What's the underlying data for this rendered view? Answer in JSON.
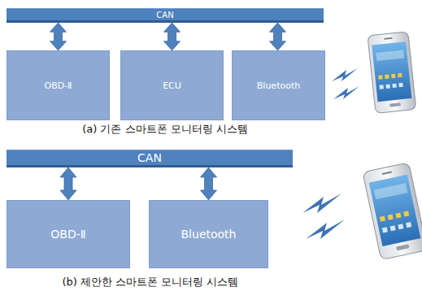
{
  "diagram": {
    "nodes": [
      {
        "text": [
          "CAN"
        ]
      },
      {
        "text": [
          "OBD-Ⅱ"
        ]
      },
      {
        "text": [
          "ECU"
        ]
      },
      {
        "text": [
          "Bluetooth"
        ]
      },
      {
        "text": [
          "CAN"
        ]
      },
      {
        "text": [
          "OBD-Ⅱ"
        ]
      },
      {
        "text": [
          "Bluetooth"
        ]
      }
    ],
    "edges": [
      {
        "from": 0,
        "to": 1,
        "arrow": "both"
      },
      {
        "from": 0,
        "to": 2,
        "arrow": "both"
      },
      {
        "from": 0,
        "to": 3,
        "arrow": "both"
      },
      {
        "from": 4,
        "to": 5,
        "arrow": "both"
      },
      {
        "from": 4,
        "to": 6,
        "arrow": "both"
      }
    ],
    "labels": [
      "(a) 기존 스마트폰 모니터링 시스템",
      "(b) 제안한 스마트폰 모니터링 시스템"
    ]
  }
}
